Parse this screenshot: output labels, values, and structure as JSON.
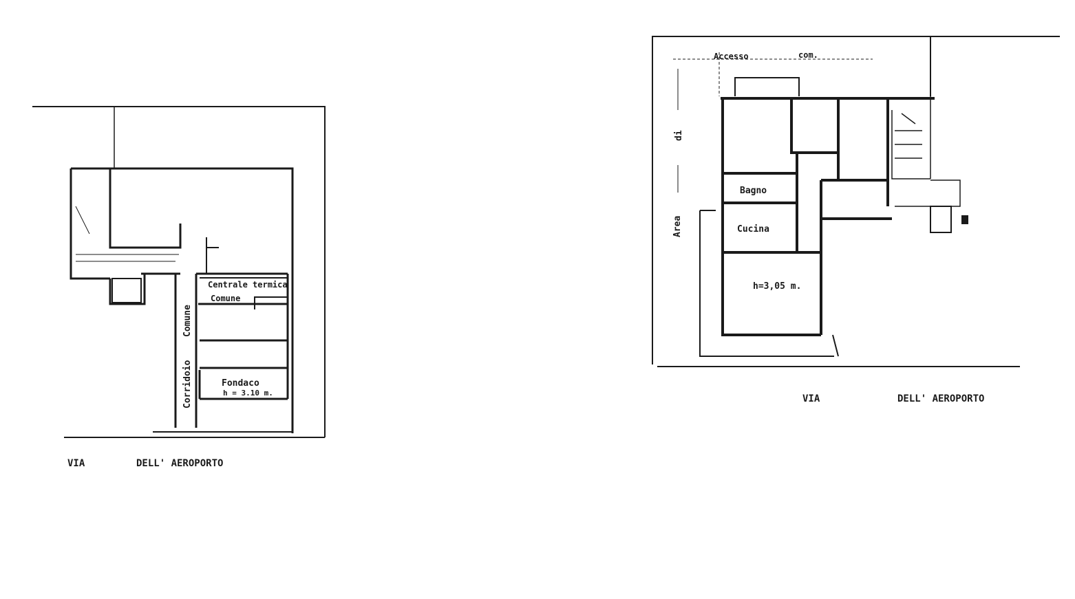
{
  "left_plan": {
    "rooms": {
      "centrale_termica": "Centrale termica",
      "centrale_comune": "Comune",
      "corridoio": "Corridoio",
      "corridoio_comune": "Comune",
      "fondaco": "Fondaco",
      "fondaco_height": "h = 3.10 m."
    },
    "street_via": "VIA",
    "street_name": "DELL' AEROPORTO"
  },
  "right_plan": {
    "access_label": "Accesso",
    "access_com": "com.",
    "di_label": "di",
    "area_label": "Area",
    "rooms": {
      "bagno": "Bagno",
      "cucina": "Cucina",
      "room_height": "h=3,05 m."
    },
    "street_via": "VIA",
    "street_name": "DELL' AEROPORTO"
  }
}
